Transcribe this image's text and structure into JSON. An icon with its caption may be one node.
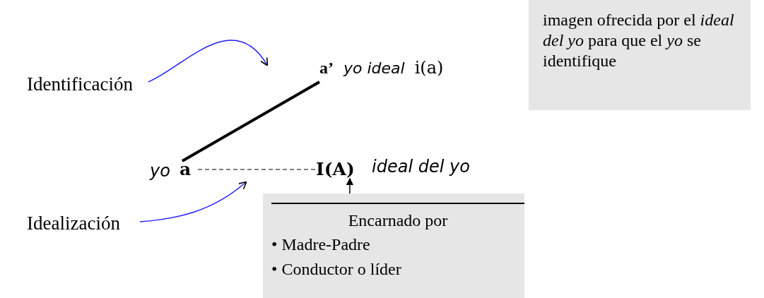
{
  "diagram": {
    "nodes": [
      {
        "text": [
          "Identificación"
        ]
      },
      {
        "text": [
          "**a’**",
          "yo ideal",
          "i(a)"
        ]
      },
      {
        "text": [
          "imagen ofrecida por el *ideal del yo* para que el *yo* se identifique"
        ]
      },
      {
        "text": [
          "a"
        ],
        "beside": [
          "yo"
        ]
      },
      {
        "text": [
          "I(A)"
        ],
        "beside": [
          "ideal del yo"
        ]
      },
      {
        "text": [
          "Encarnado por",
          "• Madre-Padre",
          "• Conductor o líder"
        ]
      },
      {
        "text": [
          "Idealización"
        ]
      }
    ],
    "edges": [
      {
        "from": 0,
        "to": null,
        "arrow": "to",
        "color": "#1f1fff"
      },
      {
        "from": 3,
        "to": 1,
        "arrow": "none",
        "style": "thick"
      },
      {
        "from": 3,
        "to": 4,
        "arrow": "none",
        "style": "dashed"
      },
      {
        "from": 5,
        "to": 4,
        "arrow": "to"
      },
      {
        "from": 6,
        "to": null,
        "arrow": "to",
        "color": "#1f1fff"
      }
    ]
  }
}
